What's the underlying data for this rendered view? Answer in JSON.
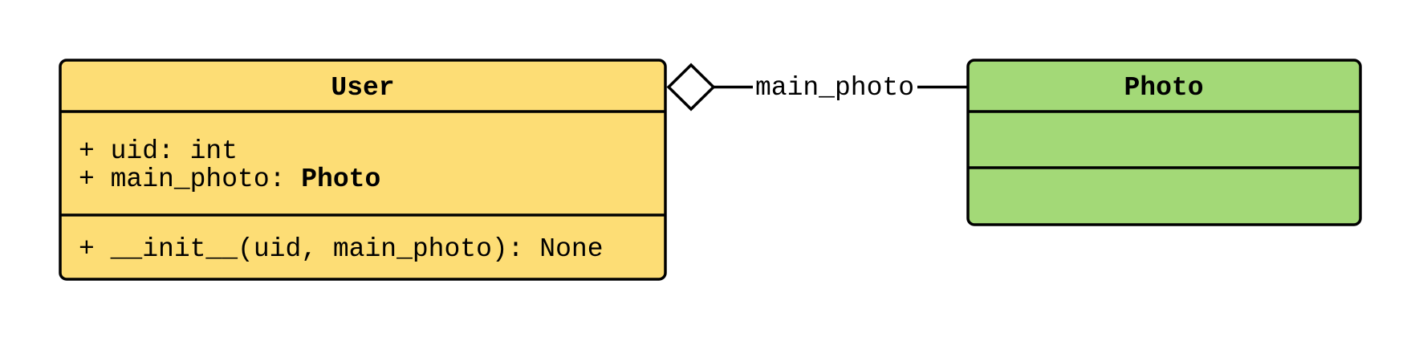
{
  "classes": {
    "user": {
      "name": "User",
      "fill": "#fddd75",
      "attributes": [
        {
          "prefix": "+ uid: ",
          "type": "int",
          "type_bold": false
        },
        {
          "prefix": "+ main_photo: ",
          "type": "Photo",
          "type_bold": true
        }
      ],
      "methods": [
        "+ __init__(uid, main_photo): None"
      ]
    },
    "photo": {
      "name": "Photo",
      "fill": "#a3d977",
      "attributes": [],
      "methods": []
    }
  },
  "relation": {
    "type": "aggregation",
    "label": "main_photo",
    "from": "User",
    "to": "Photo"
  }
}
